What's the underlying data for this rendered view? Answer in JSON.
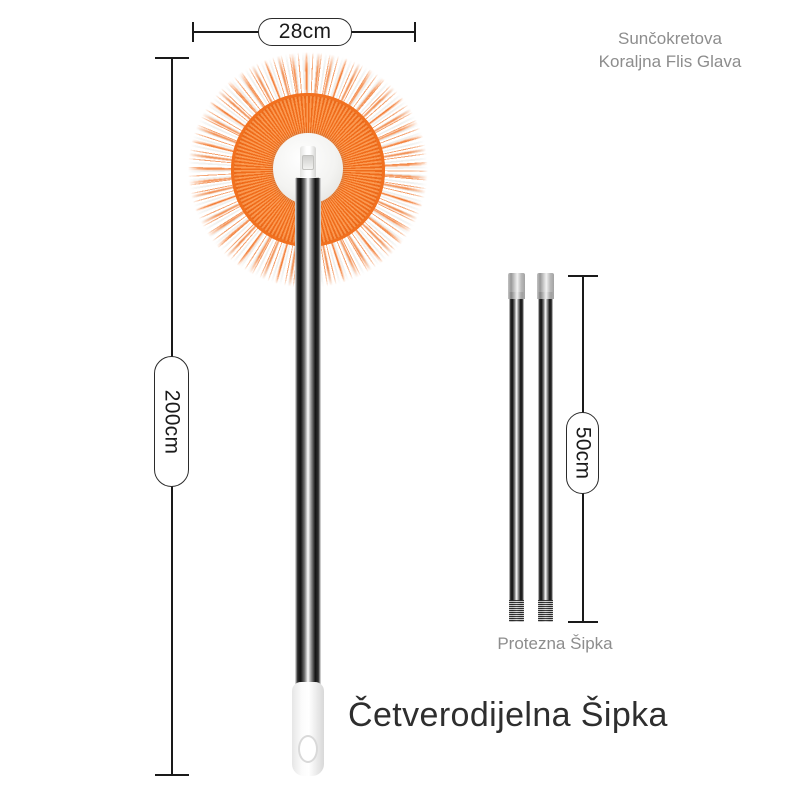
{
  "page": {
    "background_color": "#ffffff",
    "accent_color": "#f26e1e",
    "text_color_muted": "#8d8d8d",
    "text_color_dark": "#2e2e2e",
    "line_color": "#1a1a1a"
  },
  "dimensions": {
    "width_label": "28cm",
    "height_label": "200cm",
    "rod_label": "50cm"
  },
  "annotations": {
    "head_caption": "Sunčokretova\nKoraljna Flis Glava",
    "rod_caption": "Protezna Šipka",
    "product_heading": "Četverodijelna Šipka"
  },
  "product": {
    "head": {
      "name": "sunflower-coral-fleece-mop-head",
      "fringe_color_primary": "#ffffff",
      "fringe_color_accent": "#f26e1e",
      "spoke_color": "#ef6c1b",
      "hub_color": "#f3f3f1"
    },
    "pole": {
      "name": "stainless-steel-telescopic-pole",
      "finish": "chrome",
      "grip_color": "#ffffff"
    },
    "extension_rods": {
      "name": "extension-rod",
      "count": 2,
      "collar_color": "#b4b4b4"
    }
  }
}
